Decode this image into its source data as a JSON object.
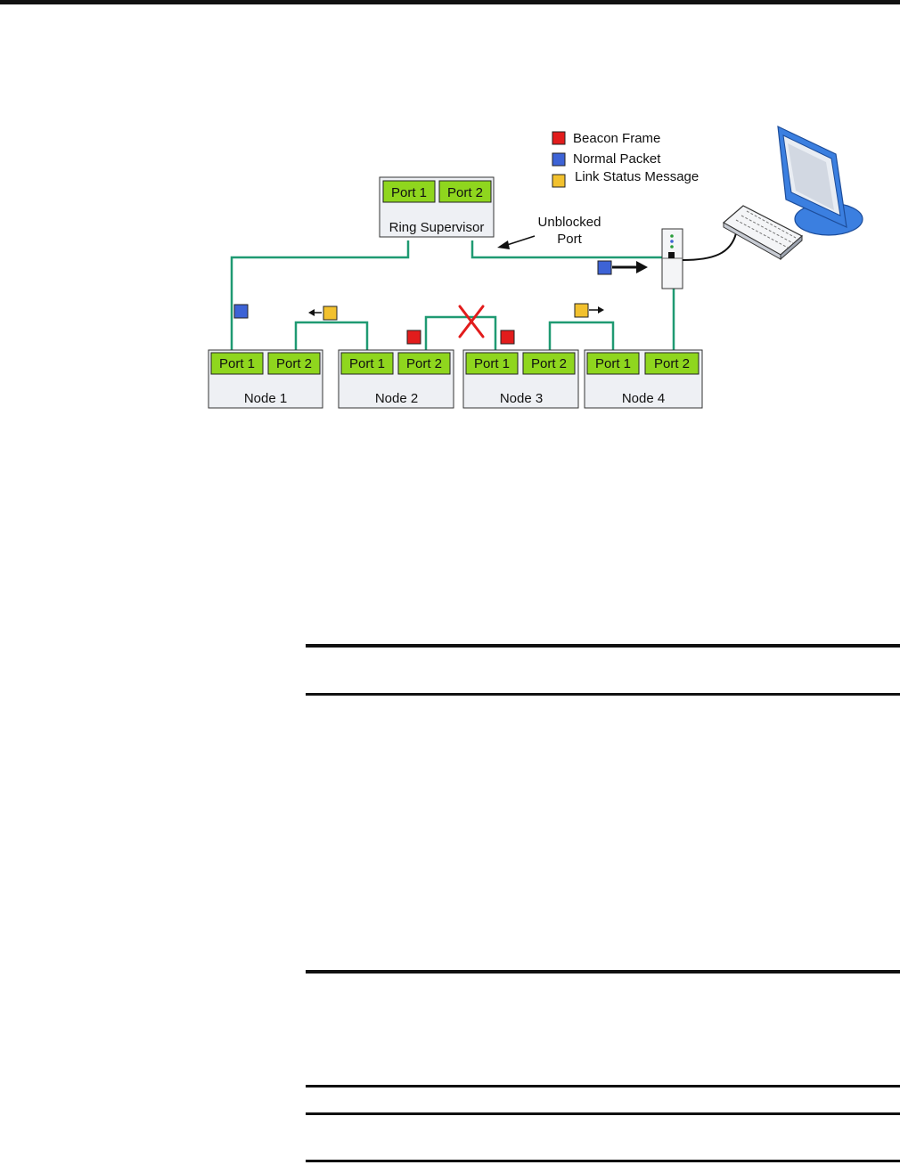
{
  "diagram": {
    "legend": {
      "items": [
        {
          "label": "Beacon Frame",
          "color": "#e21c1c"
        },
        {
          "label": "Normal Packet",
          "color": "#3d63d6"
        },
        {
          "label": "Link Status Message",
          "color": "#f2c12e"
        }
      ]
    },
    "supervisor": {
      "name": "Ring Supervisor",
      "port1": "Port 1",
      "port2": "Port 2"
    },
    "annotation": {
      "line1": "Unblocked",
      "line2": "Port"
    },
    "nodes": [
      {
        "name": "Node 1",
        "port1": "Port 1",
        "port2": "Port 2"
      },
      {
        "name": "Node 2",
        "port1": "Port 1",
        "port2": "Port 2"
      },
      {
        "name": "Node 3",
        "port1": "Port 1",
        "port2": "Port 2"
      },
      {
        "name": "Node 4",
        "port1": "Port 1",
        "port2": "Port 2"
      }
    ],
    "colors": {
      "port_fill": "#8fd61e",
      "link": "#1f9a72",
      "box_fill": "#eef0f4",
      "monitor_blue": "#3b7fe0",
      "fault": "#e21c1c"
    },
    "icons": [
      "computer-monitor-icon",
      "keyboard-icon",
      "switch-device-icon",
      "broken-link-icon"
    ]
  }
}
